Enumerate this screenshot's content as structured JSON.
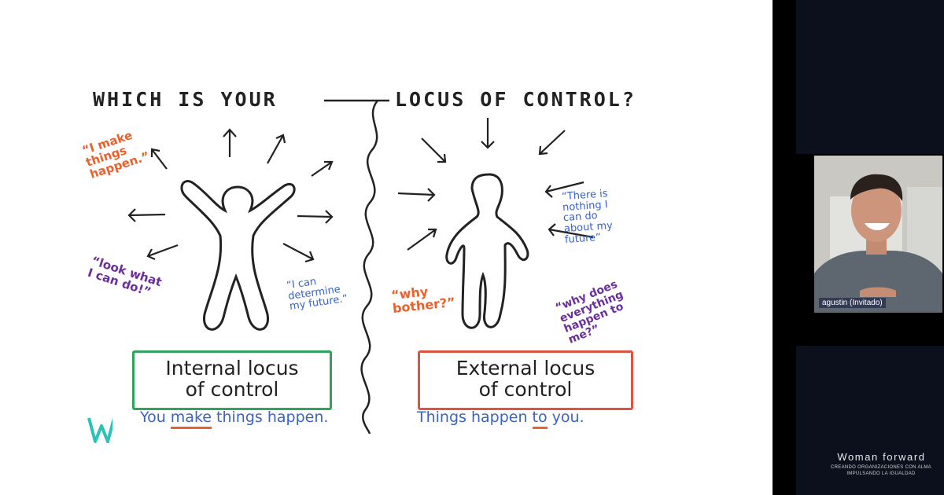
{
  "slide": {
    "title_left": "WHICH IS YOUR",
    "title_right": "LOCUS OF CONTROL?",
    "internal_quotes": {
      "make_happen": "“I make\nthings\nhappen.”",
      "look_what": "“look what\nI can do!”",
      "determine": "“I can\ndetermine\nmy future.”"
    },
    "external_quotes": {
      "nothing": "“There is\nnothing I\ncan do\nabout my\nfuture”",
      "why_bother": "“why\nbother?”",
      "why_does": "“why does\neverything\nhappen to\nme?”"
    },
    "internal_box": "Internal locus\nof control",
    "external_box": "External locus\nof control",
    "internal_caption_pre": "You ",
    "internal_caption_mid": "make",
    "internal_caption_post": " things happen.",
    "external_caption_pre": "Things happen ",
    "external_caption_mid": "to",
    "external_caption_post": " you."
  },
  "colors": {
    "orange": "#e8622e",
    "purple": "#6a2f9a",
    "blue": "#3a63c4",
    "green": "#2fa35a",
    "red": "#e0533f",
    "brand_teal": "#2bc2b8"
  },
  "participant": {
    "name": "agustin (Invitado)"
  },
  "branding": {
    "logo_icon": "wf-logo-icon",
    "name": "Woman forward",
    "tagline_1": "CREANDO ORGANIZACIONES CON ALMA",
    "tagline_2": "IMPULSANDO LA IGUALDAD"
  }
}
